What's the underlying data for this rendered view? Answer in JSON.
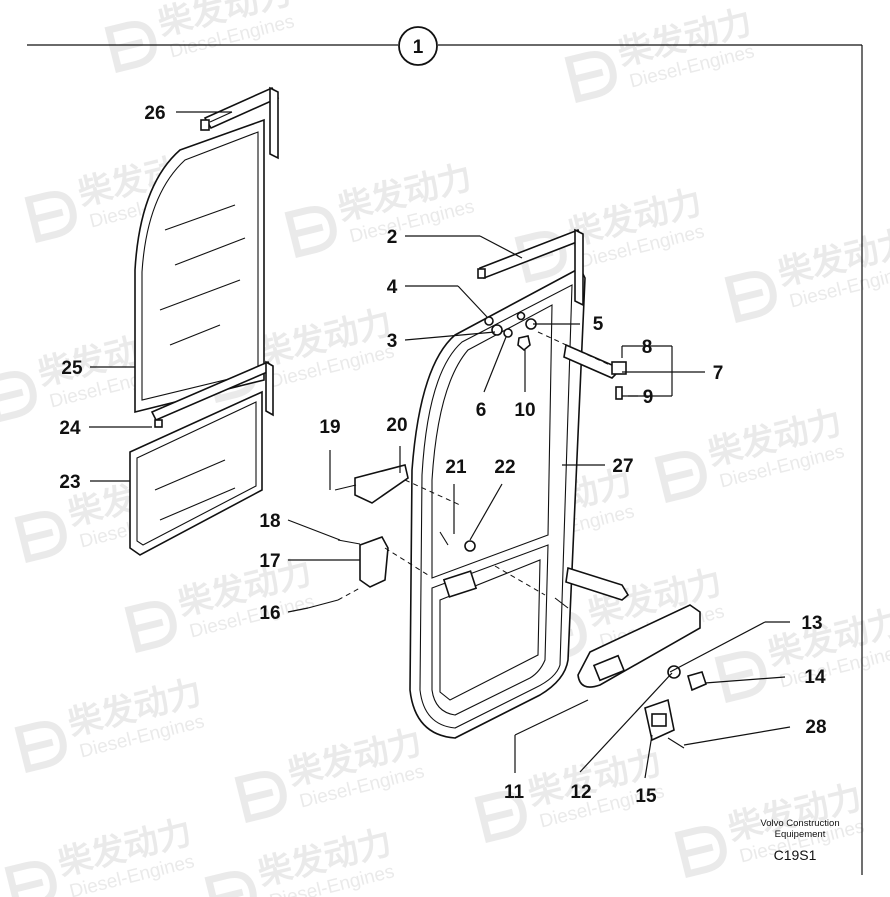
{
  "diagram": {
    "view_number": "1",
    "part_numbers": [
      "1",
      "2",
      "3",
      "4",
      "5",
      "6",
      "7",
      "8",
      "9",
      "10",
      "11",
      "12",
      "13",
      "14",
      "15",
      "16",
      "17",
      "18",
      "19",
      "20",
      "21",
      "22",
      "23",
      "24",
      "25",
      "26",
      "27",
      "28"
    ],
    "credit_line1": "Volvo Construction",
    "credit_line2": "Equipement",
    "figure_code": "C19S1"
  },
  "watermark": {
    "brand_cn": "柴发动力",
    "brand_en": "Diesel-Engines"
  }
}
